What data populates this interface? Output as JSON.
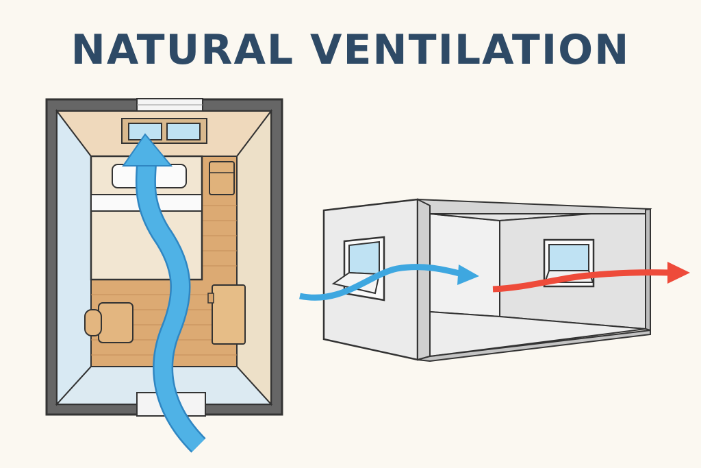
{
  "title": "NATURAL VENTILATION",
  "colors": {
    "background": "#fbf8f1",
    "title": "#2e4a66",
    "fresh_air": "#3ea7e0",
    "exhaust_air": "#ee4b3a",
    "wall": "#5b5b5b",
    "floor": "#dcaa73",
    "room_light": "#f2e3c9"
  },
  "icons": [
    "fresh-air-arrow",
    "exhaust-air-arrow",
    "window-icon",
    "bed-icon",
    "desk-icon",
    "chair-icon",
    "nightstand-icon"
  ]
}
